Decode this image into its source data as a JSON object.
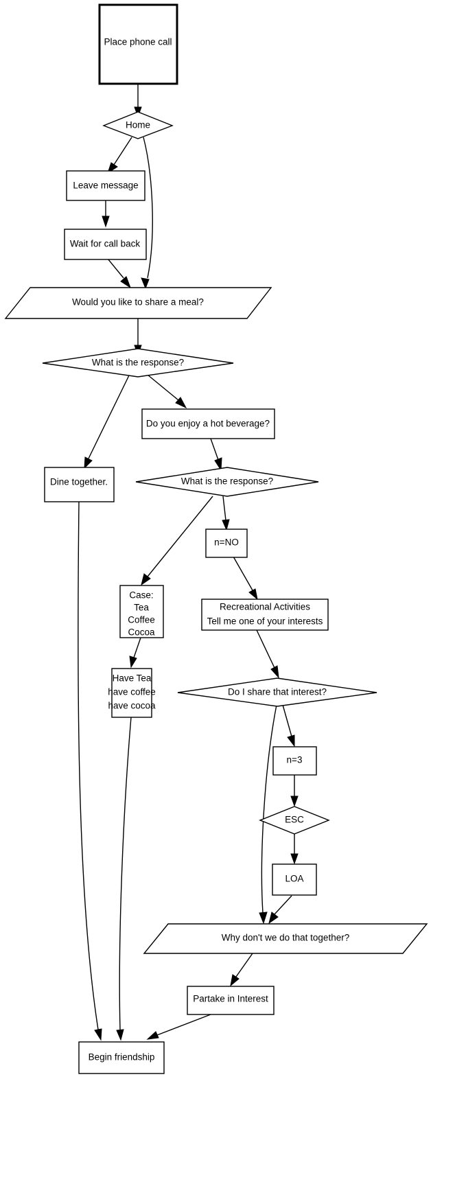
{
  "diagram": {
    "title": "Phone call conversation flowchart",
    "background_color": "#ffffff",
    "line_color": "#000000",
    "text_color": "#000000",
    "node_fill": "#ffffff",
    "nodes": [
      {
        "id": "place-phone-call",
        "label": "Place phone call",
        "shape": "process",
        "emphasis": "thick"
      },
      {
        "id": "home",
        "label": "Home",
        "shape": "decision",
        "emphasis": "normal"
      },
      {
        "id": "leave-message",
        "label": "Leave message",
        "shape": "process",
        "emphasis": "normal"
      },
      {
        "id": "wait-for-call-back",
        "label": "Wait for call back",
        "shape": "process",
        "emphasis": "normal"
      },
      {
        "id": "share-a-meal",
        "label": "Would you like to share a meal?",
        "shape": "io-parallelogram",
        "emphasis": "normal"
      },
      {
        "id": "what-is-the-response-1",
        "label": "What is the response?",
        "shape": "decision",
        "emphasis": "normal"
      },
      {
        "id": "hot-beverage",
        "label": "Do you enjoy a hot beverage?",
        "shape": "process",
        "emphasis": "normal"
      },
      {
        "id": "dine-together",
        "label": "Dine together.",
        "shape": "process",
        "emphasis": "normal"
      },
      {
        "id": "what-is-the-response-2",
        "label": "What is the response?",
        "shape": "decision",
        "emphasis": "normal"
      },
      {
        "id": "n-equals-no",
        "label": "n=NO",
        "shape": "process",
        "emphasis": "normal"
      },
      {
        "id": "case-beverages",
        "label": "Case:\nTea\nCoffee\nCocoa",
        "shape": "process",
        "emphasis": "normal"
      },
      {
        "id": "recreational-activities",
        "label": "Recreational Activities\nTell me one of your interests",
        "shape": "process",
        "emphasis": "normal"
      },
      {
        "id": "have-beverages",
        "label": "Have Tea\nhave coffee\nhave cocoa",
        "shape": "process",
        "emphasis": "normal"
      },
      {
        "id": "share-that-interest",
        "label": "Do I share that interest?",
        "shape": "decision",
        "emphasis": "normal"
      },
      {
        "id": "n-equals-3",
        "label": "n=3",
        "shape": "process",
        "emphasis": "normal"
      },
      {
        "id": "esc",
        "label": "ESC",
        "shape": "decision",
        "emphasis": "normal"
      },
      {
        "id": "loa",
        "label": "LOA",
        "shape": "process",
        "emphasis": "normal"
      },
      {
        "id": "do-that-together",
        "label": "Why don't we do that together?",
        "shape": "io-parallelogram",
        "emphasis": "normal"
      },
      {
        "id": "partake-in-interest",
        "label": "Partake in Interest",
        "shape": "process",
        "emphasis": "normal"
      },
      {
        "id": "begin-friendship",
        "label": "Begin friendship",
        "shape": "process",
        "emphasis": "normal"
      }
    ],
    "edges": [
      {
        "from": "place-phone-call",
        "to": "home",
        "label": ""
      },
      {
        "from": "home",
        "to": "leave-message",
        "label": ""
      },
      {
        "from": "home",
        "to": "share-a-meal",
        "label": ""
      },
      {
        "from": "leave-message",
        "to": "wait-for-call-back",
        "label": ""
      },
      {
        "from": "wait-for-call-back",
        "to": "share-a-meal",
        "label": ""
      },
      {
        "from": "share-a-meal",
        "to": "what-is-the-response-1",
        "label": ""
      },
      {
        "from": "what-is-the-response-1",
        "to": "dine-together",
        "label": ""
      },
      {
        "from": "what-is-the-response-1",
        "to": "hot-beverage",
        "label": ""
      },
      {
        "from": "hot-beverage",
        "to": "what-is-the-response-2",
        "label": ""
      },
      {
        "from": "what-is-the-response-2",
        "to": "case-beverages",
        "label": ""
      },
      {
        "from": "what-is-the-response-2",
        "to": "n-equals-no",
        "label": ""
      },
      {
        "from": "n-equals-no",
        "to": "recreational-activities",
        "label": ""
      },
      {
        "from": "case-beverages",
        "to": "have-beverages",
        "label": ""
      },
      {
        "from": "recreational-activities",
        "to": "share-that-interest",
        "label": ""
      },
      {
        "from": "share-that-interest",
        "to": "do-that-together",
        "label": ""
      },
      {
        "from": "share-that-interest",
        "to": "n-equals-3",
        "label": ""
      },
      {
        "from": "n-equals-3",
        "to": "esc",
        "label": ""
      },
      {
        "from": "esc",
        "to": "loa",
        "label": ""
      },
      {
        "from": "loa",
        "to": "do-that-together",
        "label": ""
      },
      {
        "from": "do-that-together",
        "to": "partake-in-interest",
        "label": ""
      },
      {
        "from": "dine-together",
        "to": "begin-friendship",
        "label": ""
      },
      {
        "from": "have-beverages",
        "to": "begin-friendship",
        "label": ""
      },
      {
        "from": "partake-in-interest",
        "to": "begin-friendship",
        "label": ""
      }
    ]
  },
  "labels": {
    "place_phone_call": "Place phone call",
    "home": "Home",
    "leave_message": "Leave message",
    "wait_for_call_back": "Wait for call back",
    "share_a_meal": "Would you like to share a meal?",
    "what_is_the_response_1": "What is the response?",
    "hot_beverage": "Do you enjoy a hot beverage?",
    "dine_together": "Dine together.",
    "what_is_the_response_2": "What is the response?",
    "n_equals_no": "n=NO",
    "case_line_1": "Case:",
    "case_line_2": "Tea",
    "case_line_3": "Coffee",
    "case_line_4": "Cocoa",
    "recreational_line_1": "Recreational Activities",
    "recreational_line_2": "Tell me one of your interests",
    "have_line_1": "Have Tea",
    "have_line_2": "have coffee",
    "have_line_3": "have cocoa",
    "share_that_interest": "Do I share that interest?",
    "n_equals_3": "n=3",
    "esc": "ESC",
    "loa": "LOA",
    "do_that_together": "Why don't we do that together?",
    "partake_in_interest": "Partake in Interest",
    "begin_friendship": "Begin friendship"
  }
}
